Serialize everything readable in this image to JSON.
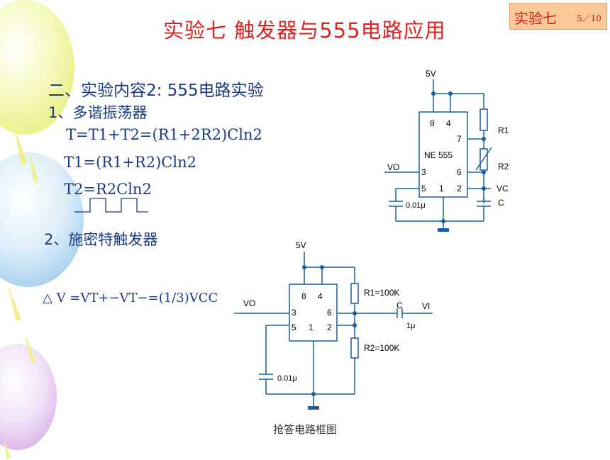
{
  "slide": {
    "title": "实验七   触发器与555电路应用",
    "badge_label": "实验七",
    "page_number": "5／10"
  },
  "content": {
    "section_heading": "二、实验内容2:  555电路实验",
    "subsection_1": "1、多谐振荡器",
    "formula_1": "T=T1+T2=(R1+2R2)Cln2",
    "formula_2": "T1=(R1+R2)Cln2",
    "formula_3": "T2=R2Cln2",
    "subsection_2": "2、施密特触发器",
    "formula_4": "△ V =VT+−VT−=(1/3)VCC"
  },
  "circuit_top": {
    "supply": "5V",
    "chip": "NE 555",
    "pins": [
      "8",
      "4",
      "7",
      "3",
      "6",
      "5",
      "1",
      "2"
    ],
    "r1": "R1",
    "r2": "R2",
    "vo": "VO",
    "vc": "VC",
    "c": "C",
    "cap": "0.01μ"
  },
  "circuit_bottom": {
    "supply": "5V",
    "pins": [
      "8",
      "4",
      "3",
      "6",
      "5",
      "1",
      "2"
    ],
    "r1": "R1=100K",
    "r2": "R2=100K",
    "vo": "VO",
    "c": "C",
    "vi": "VI",
    "cap_in": "1μ",
    "cap": "0.01μ",
    "caption": "抢答电路框图"
  },
  "colors": {
    "title": "#e41f1f",
    "text": "#1a3a86",
    "circuit": "#1a5ea0",
    "badge_bg": "#fbc996"
  }
}
